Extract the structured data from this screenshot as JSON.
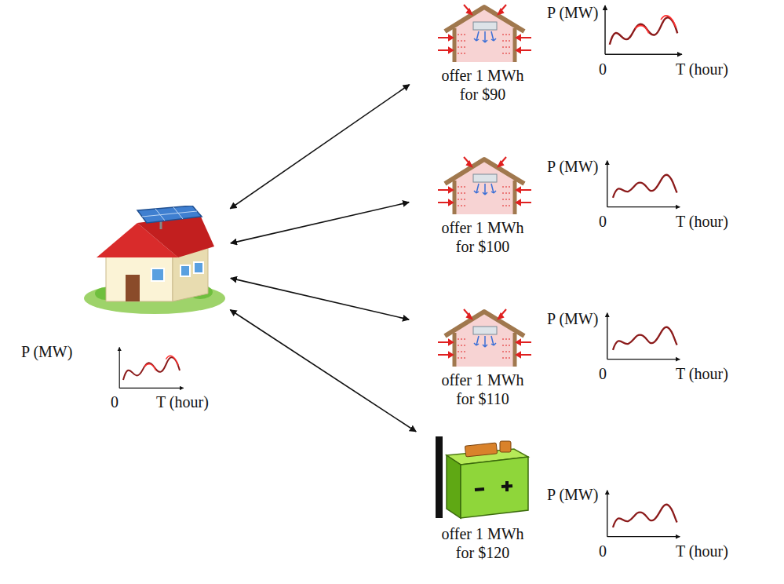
{
  "diagram": {
    "nodes": [
      {
        "text": [
          "P (MW)",
          "0",
          "T (hour)"
        ]
      },
      {
        "text": [
          "offer 1 MWh for $90",
          "P (MW)",
          "0",
          "T (hour)"
        ]
      },
      {
        "text": [
          "offer 1 MWh for $100",
          "P (MW)",
          "0",
          "T (hour)"
        ]
      },
      {
        "text": [
          "offer 1 MWh for $110",
          "P (MW)",
          "0",
          "T (hour)"
        ]
      },
      {
        "text": [
          "offer 1 MWh for $120",
          "P (MW)",
          "0",
          "T (hour)"
        ]
      }
    ],
    "edges": [
      {
        "from": 0,
        "to": 1,
        "arrow": "both"
      },
      {
        "from": 0,
        "to": 2,
        "arrow": "both"
      },
      {
        "from": 0,
        "to": 3,
        "arrow": "both"
      },
      {
        "from": 0,
        "to": 4,
        "arrow": "both"
      }
    ]
  }
}
